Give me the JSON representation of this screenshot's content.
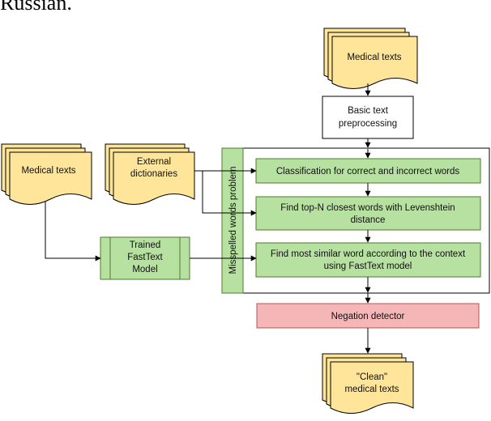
{
  "header_fragment": "Russian.",
  "nodes": {
    "medical_texts_top": "Medical texts",
    "basic_preprocessing": [
      "Basic text",
      "preprocessing"
    ],
    "medical_texts_left": "Medical texts",
    "external_dictionaries": [
      "External",
      "dictionaries"
    ],
    "misspelled_group": "Misspelled words problem",
    "classification": "Classification for correct and incorrect words",
    "levenshtein": [
      "Find top-N closest words with Levenshtein",
      "distance"
    ],
    "fasttext_context": [
      "Find most similar word according to the context",
      "using FastText model"
    ],
    "trained_fasttext": [
      "Trained",
      "FastText",
      "Model"
    ],
    "negation_detector": "Negation detector",
    "clean_texts": [
      "\"Clean\"",
      "medical texts"
    ]
  },
  "colors": {
    "document_fill": "#ffe599",
    "process_fill": "#b7e1a1",
    "process_stroke": "#4d7a2e",
    "negation_fill": "#f4b6b6",
    "negation_stroke": "#b85450",
    "line": "#000000"
  }
}
